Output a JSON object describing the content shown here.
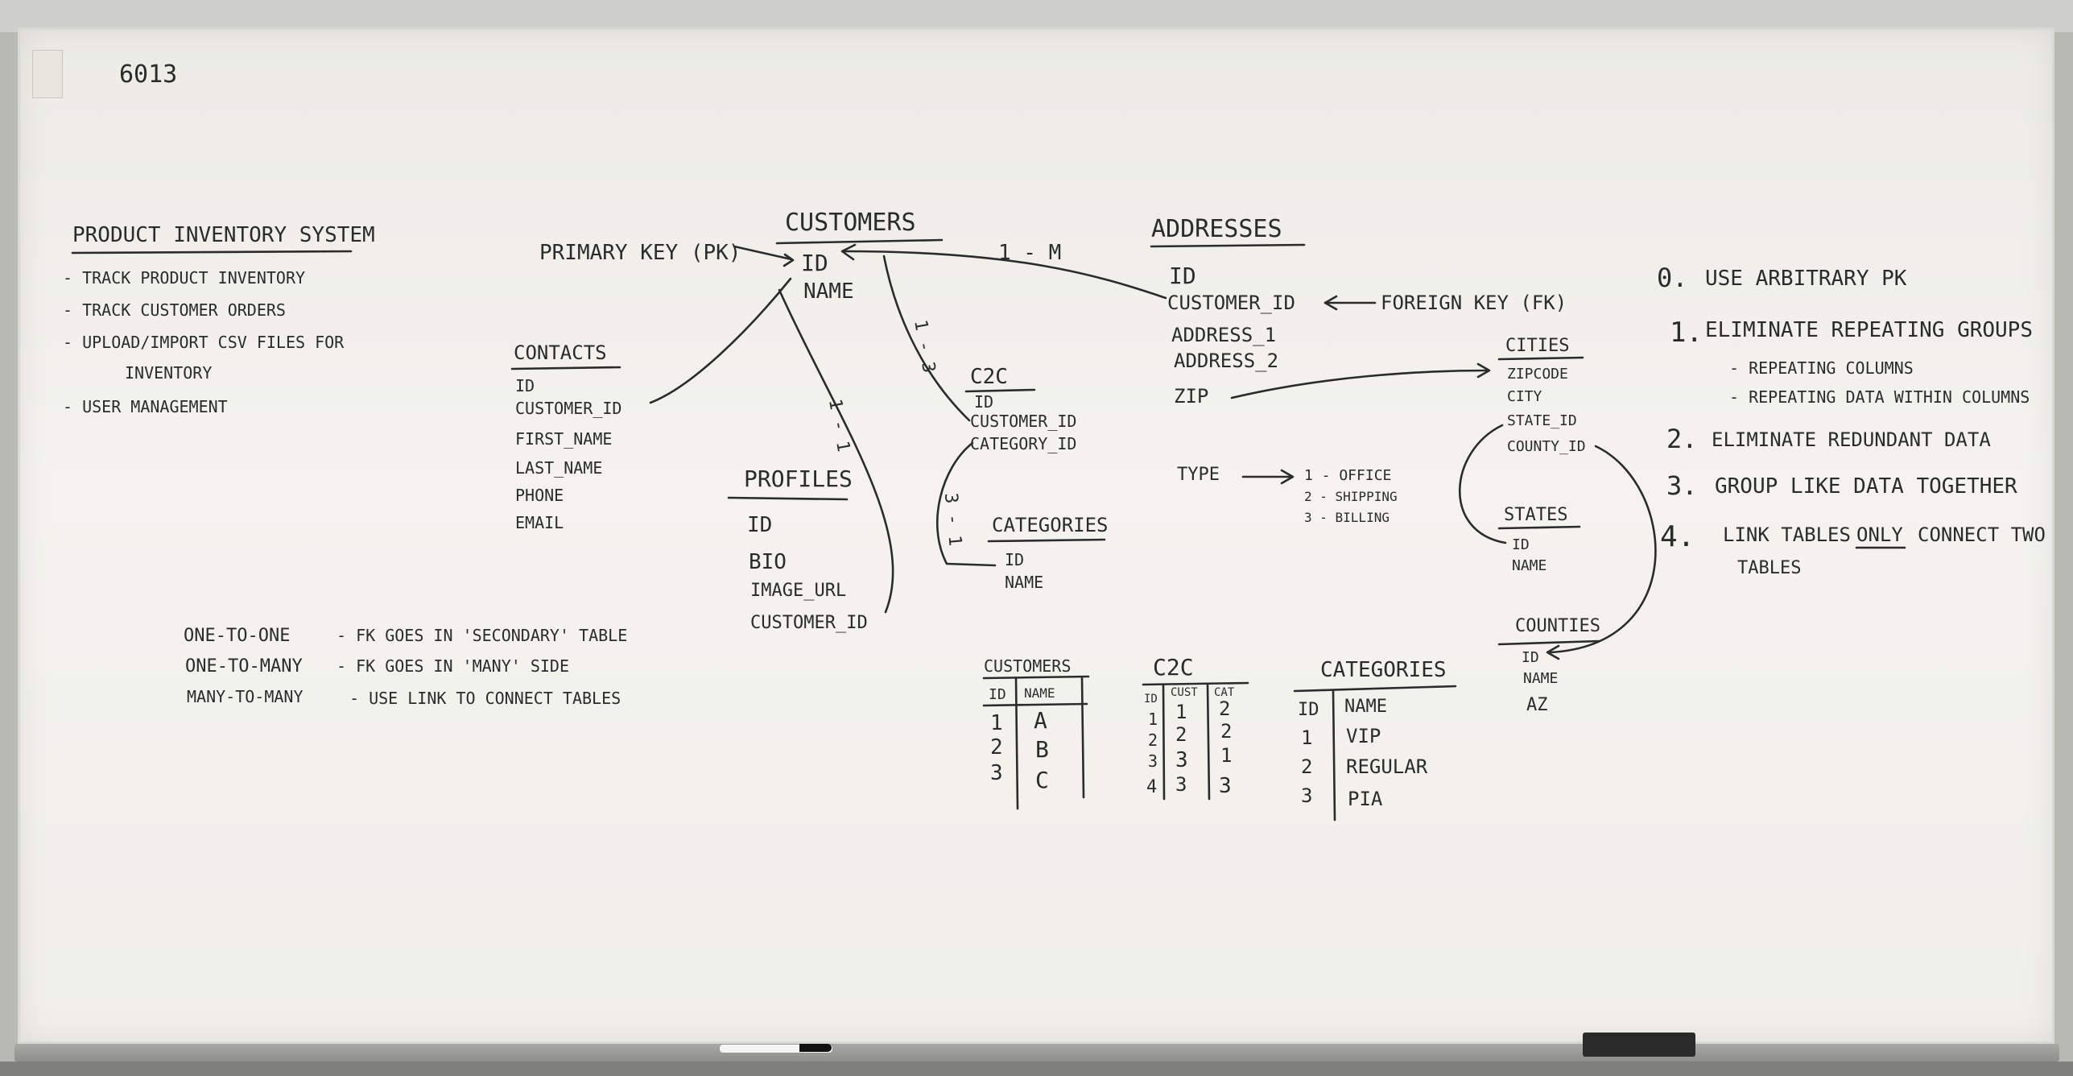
{
  "room_number": "6013",
  "inventory": {
    "title": "PRODUCT INVENTORY SYSTEM",
    "items": [
      "- TRACK PRODUCT INVENTORY",
      "- TRACK CUSTOMER ORDERS",
      "- UPLOAD/IMPORT CSV FILES FOR",
      "INVENTORY",
      "- USER MANAGEMENT"
    ]
  },
  "labels": {
    "primary_key": "PRIMARY KEY (PK)",
    "foreign_key": "FOREIGN KEY (FK)",
    "one_to_many": "1 - M",
    "customers_c2c_rel": "1 - 3",
    "profiles_rel": "1 - 1",
    "c2c_categories_rel": "3 - 1"
  },
  "tables": {
    "customers": {
      "title": "CUSTOMERS",
      "fields": [
        "ID",
        "NAME"
      ]
    },
    "addresses": {
      "title": "ADDRESSES",
      "fields": [
        "ID",
        "CUSTOMER_ID",
        "ADDRESS_1",
        "ADDRESS_2",
        "ZIP"
      ]
    },
    "contacts": {
      "title": "CONTACTS",
      "fields": [
        "ID",
        "CUSTOMER_ID",
        "FIRST_NAME",
        "LAST_NAME",
        "PHONE",
        "EMAIL"
      ]
    },
    "c2c": {
      "title": "C2C",
      "fields": [
        "ID",
        "CUSTOMER_ID",
        "CATEGORY_ID"
      ]
    },
    "categories": {
      "title": "CATEGORIES",
      "fields": [
        "ID",
        "NAME"
      ]
    },
    "profiles": {
      "title": "PROFILES",
      "fields": [
        "ID",
        "BIO",
        "IMAGE_URL",
        "CUSTOMER_ID"
      ]
    },
    "cities": {
      "title": "CITIES",
      "fields": [
        "ZIPCODE",
        "CITY",
        "STATE_ID",
        "COUNTY_ID"
      ]
    },
    "states": {
      "title": "STATES",
      "fields": [
        "ID",
        "NAME"
      ]
    },
    "counties": {
      "title": "COUNTIES",
      "fields": [
        "ID",
        "NAME",
        "AZ"
      ]
    }
  },
  "type_note": {
    "label": "TYPE",
    "values": [
      "1 - OFFICE",
      "2 - SHIPPING",
      "3 - BILLING"
    ]
  },
  "relationships": [
    {
      "kind": "ONE-TO-ONE",
      "rule": "- FK GOES IN 'SECONDARY' TABLE"
    },
    {
      "kind": "ONE-TO-MANY",
      "rule": "- FK GOES IN 'MANY' SIDE"
    },
    {
      "kind": "MANY-TO-MANY",
      "rule": "- USE LINK TO CONNECT TABLES"
    }
  ],
  "sample_tables": {
    "customers": {
      "title": "CUSTOMERS",
      "headers": [
        "ID",
        "NAME"
      ],
      "rows": [
        [
          "1",
          "A"
        ],
        [
          "2",
          "B"
        ],
        [
          "3",
          "C"
        ]
      ]
    },
    "c2c": {
      "title": "C2C",
      "headers": [
        "ID",
        "CUST",
        "CAT"
      ],
      "rows": [
        [
          "1",
          "1",
          "2"
        ],
        [
          "2",
          "2",
          "2"
        ],
        [
          "3",
          "3",
          "1"
        ],
        [
          "4",
          "3",
          "3"
        ]
      ]
    },
    "categories": {
      "title": "CATEGORIES",
      "headers": [
        "ID",
        "NAME"
      ],
      "rows": [
        [
          "1",
          "VIP"
        ],
        [
          "2",
          "REGULAR"
        ],
        [
          "3",
          "PIA"
        ]
      ]
    }
  },
  "rules": [
    {
      "num": "0.",
      "text": "USE ARBITRARY PK"
    },
    {
      "num": "1.",
      "text": "ELIMINATE REPEATING GROUPS"
    },
    {
      "num": "",
      "text": "- REPEATING COLUMNS"
    },
    {
      "num": "",
      "text": "- REPEATING DATA WITHIN COLUMNS"
    },
    {
      "num": "2.",
      "text": "ELIMINATE REDUNDANT DATA"
    },
    {
      "num": "3.",
      "text": "GROUP LIKE DATA TOGETHER"
    },
    {
      "num": "4.",
      "text": "LINK TABLES"
    },
    {
      "num": "",
      "text": "ONLY"
    },
    {
      "num": "",
      "text": "CONNECT TWO"
    },
    {
      "num": "",
      "text": "TABLES"
    }
  ]
}
